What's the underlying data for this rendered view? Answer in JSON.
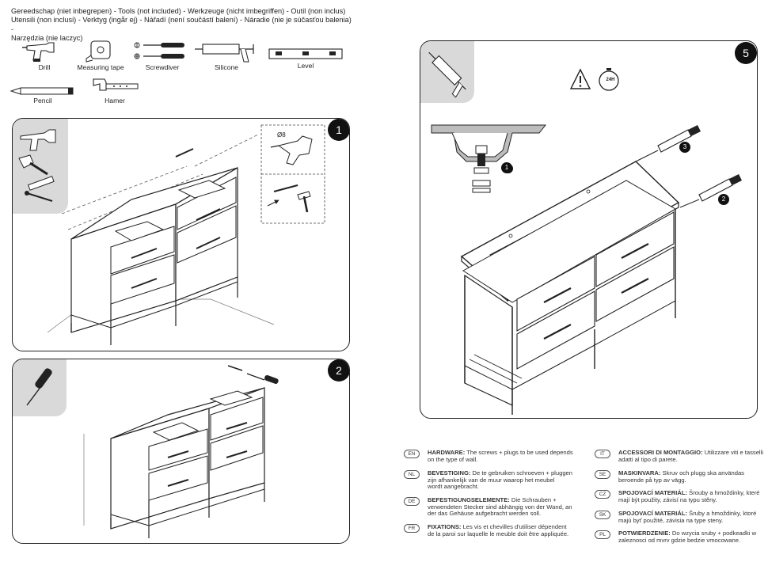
{
  "tools": {
    "header_line1": "Gereedschap (niet inbegrepen) - Tools (not included) -  Werkzeuge (nicht imbegriffen) - Outil (non inclus)",
    "header_line2": "Utensili (non inclusi) - Verktyg (ingår ej) - Nářadí (není součástí balení) - Náradie (nie je súčasťou balenia) -",
    "header_line3": "Narzędzia (nie laczyc)",
    "items": [
      {
        "label": "Drill",
        "icon": "drill-icon"
      },
      {
        "label": "Measuring tape",
        "icon": "measuring-tape-icon"
      },
      {
        "label": "Screwdiver",
        "icon": "screwdriver-icon"
      },
      {
        "label": "Silicone",
        "icon": "silicone-gun-icon"
      },
      {
        "label": "Level",
        "icon": "level-icon"
      },
      {
        "label": "Pencil",
        "icon": "pencil-icon"
      },
      {
        "label": "Hamer",
        "icon": "hammer-icon"
      }
    ]
  },
  "steps": {
    "step1": {
      "number": "1",
      "drill_size": "Ø8",
      "icons": [
        "drill-icon",
        "hammer-icon",
        "plug-icon",
        "screw-icon"
      ]
    },
    "step2": {
      "number": "2",
      "icons": [
        "screwdriver-icon"
      ]
    },
    "step5": {
      "number": "5",
      "icons": [
        "silicone-gun-icon",
        "warning-icon",
        "timer-24h-icon"
      ],
      "timer_label": "24H",
      "callouts": [
        "1",
        "2",
        "3"
      ]
    }
  },
  "hardware_notes": [
    {
      "code": "EN",
      "title": "HARDWARE:",
      "text_line1": " The screws + plugs to be used depends",
      "text_line2": "on the type of wall."
    },
    {
      "code": "NL",
      "title": "BEVESTIGING:",
      "text_line1": " De te gebruiken schroeven + pluggen",
      "text_line2": "zijn afhankelijk van de muur waarop het meubel",
      "text_line3": "wordt aangebracht."
    },
    {
      "code": "DE",
      "title": "BEFESTIGUNGSELEMENTE:",
      "text_line1": " Die Schrauben +",
      "text_line2": "verwendeten Stecker sind abhängig von der Wand, an",
      "text_line3": "der das Gehäuse aufgebracht werden soll."
    },
    {
      "code": "FR",
      "title": "FIXATIONS:",
      "text_line1": " Les vis et chevilles d'utiliser dépendent",
      "text_line2": "de la paroi sur laquelle le meuble doit être appliquée."
    },
    {
      "code": "IT",
      "title": "ACCESSORI DI MONTAGGIO:",
      "text_line1": " Utilizzare viti e tasselli",
      "text_line2": "adatti al tipo di parete."
    },
    {
      "code": "SE",
      "title": "MASKINVARA:",
      "text_line1": " Skruv och plugg ska användas",
      "text_line2": "beroende på typ av vägg."
    },
    {
      "code": "CZ",
      "title": "SPOJOVACÍ MATERIÁL:",
      "text_line1": " Šrouby a hmoždinky, které",
      "text_line2": "mají být použity, závisí na typu stěny."
    },
    {
      "code": "SK",
      "title": "SPOJOVACÍ MATERIÁL:",
      "text_line1": " Šruby a hmoždinky, ktoré",
      "text_line2": "majú byť použité, závisia na type steny."
    },
    {
      "code": "PL",
      "title": "POTWIERDZENIE:",
      "text_line1": " Do wzycia sruby + podkeadki w",
      "text_line2": "zaleznosci od mvrv gdzie bedzie vmocowane."
    }
  ]
}
